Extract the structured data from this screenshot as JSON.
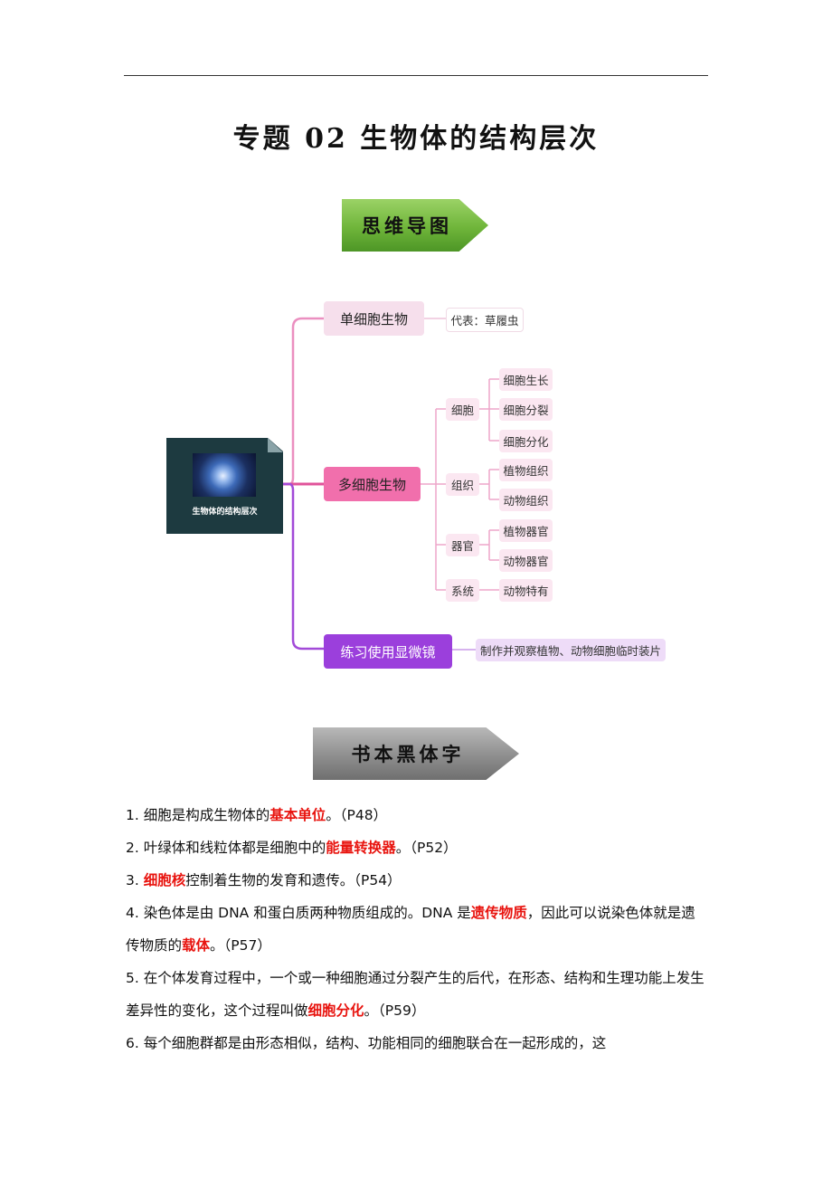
{
  "title": "专题 02  生物体的结构层次",
  "banner_mindmap": "思维导图",
  "banner_bold_text": "书本黑体字",
  "mindmap": {
    "root": "生物体的结构层次",
    "unicellular": {
      "label": "单细胞生物",
      "note": "代表：草履虫"
    },
    "multicellular": {
      "label": "多细胞生物",
      "groups": [
        {
          "label": "细胞",
          "items": [
            "细胞生长",
            "细胞分裂",
            "细胞分化"
          ]
        },
        {
          "label": "组织",
          "items": [
            "植物组织",
            "动物组织"
          ]
        },
        {
          "label": "器官",
          "items": [
            "植物器官",
            "动物器官"
          ]
        },
        {
          "label": "系统",
          "items": [
            "动物特有"
          ]
        }
      ]
    },
    "microscope": {
      "label": "练习使用显微镜",
      "note": "制作并观察植物、动物细胞临时装片"
    }
  },
  "facts": [
    {
      "lead": "1. 细胞是构成生物体的",
      "hl": "基本单位",
      "tail": "。（P48）"
    },
    {
      "lead": "2. 叶绿体和线粒体都是细胞中的",
      "hl": "能量转换器",
      "tail": "。（P52）"
    },
    {
      "lead": "3. ",
      "hl": "细胞核",
      "tail": "控制着生物的发育和遗传。（P54）"
    },
    {
      "lead": "4. 染色体是由 DNA 和蛋白质两种物质组成的。DNA 是",
      "hl": "遗传物质",
      "tail": "，因此可以说染色体就是遗传物质的",
      "hl2": "载体",
      "tail2": "。（P57）"
    },
    {
      "lead": "5. 在个体发育过程中，一个或一种细胞通过分裂产生的后代，在形态、结构和生理功能上发生差异性的变化，这个过程叫做",
      "hl": "细胞分化",
      "tail": "。（P59）"
    },
    {
      "lead": "6. 每个细胞群都是由形态相似，结构、功能相同的细胞联合在一起形成的，这"
    }
  ]
}
